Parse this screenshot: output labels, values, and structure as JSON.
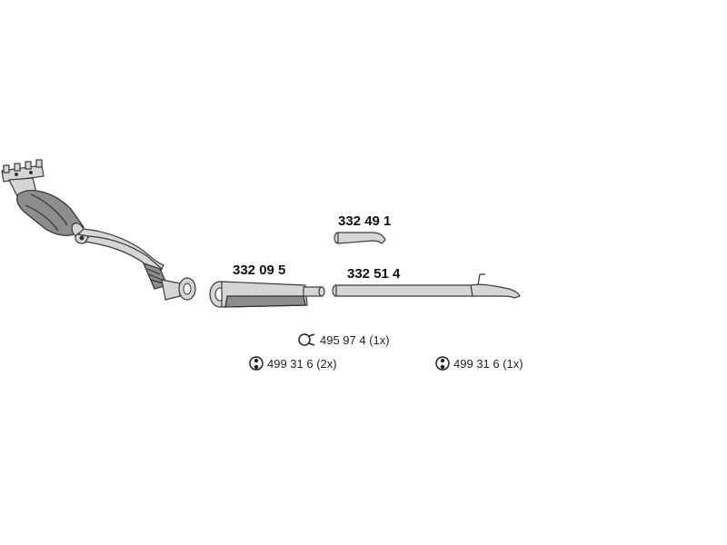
{
  "parts": {
    "muffler": {
      "number": "332 09 5"
    },
    "connector_pipe": {
      "number": "332 49 1"
    },
    "tail_pipe": {
      "number": "332 51 4"
    }
  },
  "accessories": {
    "clamp": {
      "label": "495 97 4 (1x)",
      "icon": "clamp-ring-icon"
    },
    "hanger_left": {
      "label": "499 31 6 (2x)",
      "icon": "rubber-hanger-icon"
    },
    "hanger_right": {
      "label": "499 31 6 (1x)",
      "icon": "rubber-hanger-icon"
    }
  },
  "colors": {
    "line": "#333333",
    "metal": "#d6d6d6",
    "metal_dark": "#8d8d8d",
    "background": "#ffffff"
  }
}
